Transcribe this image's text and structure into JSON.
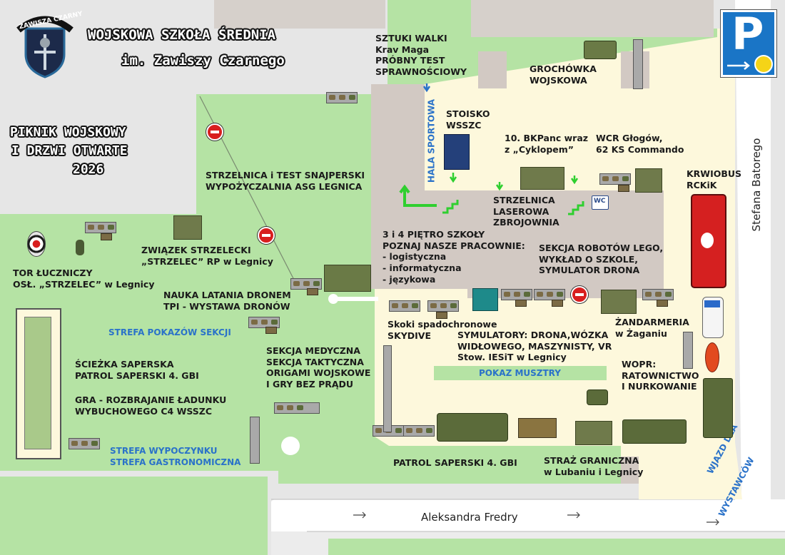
{
  "header": {
    "school_line1": "WOJSKOWA SZKOŁA ŚREDNIA",
    "school_line2": "im. Zawiszy Czarnego",
    "logo_text": "ZAWISZA CZARNY"
  },
  "event_title": {
    "line1": "PIKNIK WOJSKOWY",
    "line2": "I DRZWI OTWARTE",
    "line3": "2026"
  },
  "parking": {
    "letter": "P",
    "icon": "parking-sign-icon"
  },
  "streets": {
    "south": "Aleksandra Fredry",
    "east": "Stefana Batorego"
  },
  "blue_labels": {
    "hall": "HALA SPORTOWA",
    "sections_zone": "STREFA POKAZÓW SEKCJI",
    "rest_line1": "STREFA WYPOCZYNKU",
    "rest_line2": "STREFA GASTRONOMICZNA",
    "drill": "POKAZ MUSZTRY",
    "entry_line1": "WJAZD DLA",
    "entry_line2": "WYSTAWCÓW"
  },
  "labels": {
    "martial": "SZTUKI WALKI\nKrav Maga\nPRÓBNY TEST\nSPRAWNOŚCIOWY",
    "soup": "GROCHÓWKA\nWOJSKOWA",
    "stand": "STOISKO\nWSSZC",
    "bkpanc": "10. BKPanc wraz\nz „Cyklopem”",
    "wcr": "WCR Głogów,\n62 KS Commando",
    "krwiobus": "KRWIOBUS\nRCKiK",
    "sniper": "STRZELNICA i TEST SNAJPERSKI\nWYPOŻYCZALNIA ASG LEGNICA",
    "laser": "STRZELNICA\nLASEROWA\nZBROJOWNIA",
    "floors": "3 i 4 PIĘTRO SZKOŁY\nPOZNAJ NASZE PRACOWNIE:\n- logistyczna\n- informatyczna\n- językowa",
    "lego": "SEKCJA ROBOTÓW LEGO,\nWYKŁAD O SZKOLE,\nSYMULATOR DRONA",
    "union": "ZWIĄZEK STRZELECKI\n„STRZELEC” RP w Legnicy",
    "archery": "TOR ŁUCZNICZY\nOSŁ. „STRZELEC” w Legnicy",
    "drone_school": "NAUKA LATANIA DRONEM\nTPI - WYSTAWA DRONÓW",
    "skydive": "Skoki spadochronowe\nSKYDIVE",
    "simulators": "SYMULATORY: DRONA,WÓZKA\nWIDŁOWEGO, MASZYNISTY, VR\nStow. IESiT w Legnicy",
    "mp": "ŻANDARMERIA\nw Żaganiu",
    "wopr": "WOPR:\nRATOWNICTWO\nI NURKOWANIE",
    "sapper_path": "ŚCIEŻKA SAPERSKA\nPATROL SAPERSKI 4. GBI",
    "c4_game": "GRA - ROZBRAJANIE ŁADUNKU\nWYBUCHOWEGO C4 WSSZC",
    "medical": "SEKCJA MEDYCZNA\nSEKCJA TAKTYCZNA\nORIGAMI WOJSKOWE\nI GRY BEZ PRĄDU",
    "sapper_patrol": "PATROL SAPERSKI 4. GBI",
    "border": "STRAŻ GRANICZNA\nw Lubaniu i Legnicy"
  },
  "wc": "WC",
  "colors": {
    "green_area": "#b5e3a4",
    "courtyard": "#fdf8dc",
    "building": "#d2c9c3",
    "street": "#ffffff",
    "blue_text": "#2a72c9",
    "parking_blue": "#1a75c6",
    "no_entry_red": "#d81e1e",
    "tent_olive": "#6f7a4b",
    "krwiobus_red": "#d52020",
    "arrow_green": "#2fcf2f"
  }
}
